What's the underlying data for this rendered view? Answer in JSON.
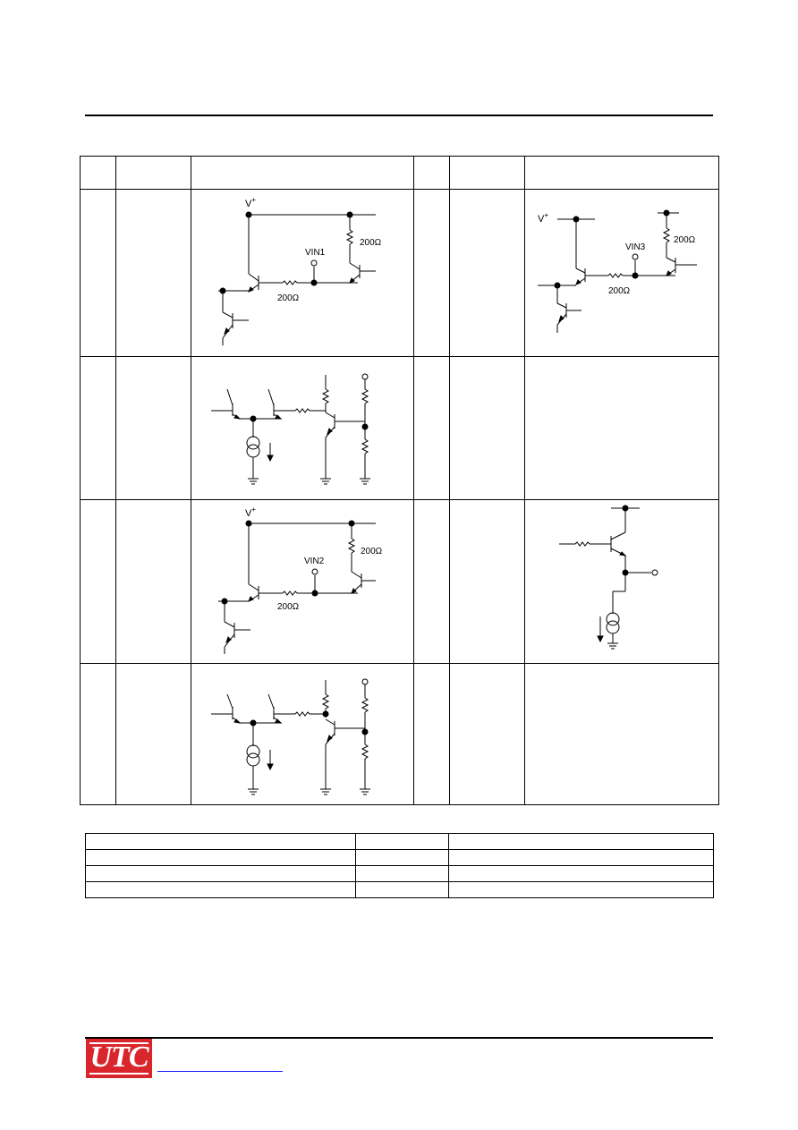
{
  "pin_table": {
    "header": [
      "",
      "",
      "",
      "",
      "",
      ""
    ],
    "rows": [
      {
        "left_label": "",
        "left_name": "",
        "right_label": "",
        "right_name": ""
      },
      {
        "left_label": "",
        "left_name": "",
        "right_label": "",
        "right_name": ""
      },
      {
        "left_label": "",
        "left_name": "",
        "right_label": "",
        "right_name": ""
      },
      {
        "left_label": "",
        "left_name": "",
        "right_label": "",
        "right_name": ""
      }
    ]
  },
  "circuits": {
    "vplus": "V",
    "vplus_sup": "+",
    "r200": "200Ω",
    "vin1": "VIN1",
    "vin2": "VIN2",
    "vin3": "VIN3"
  },
  "thermal_table": {
    "rows": [
      [
        "",
        "",
        ""
      ],
      [
        "",
        "",
        ""
      ],
      [
        "",
        "",
        ""
      ],
      [
        "",
        "",
        ""
      ]
    ]
  },
  "footer": {
    "logo": "UTC",
    "link_text": ""
  }
}
